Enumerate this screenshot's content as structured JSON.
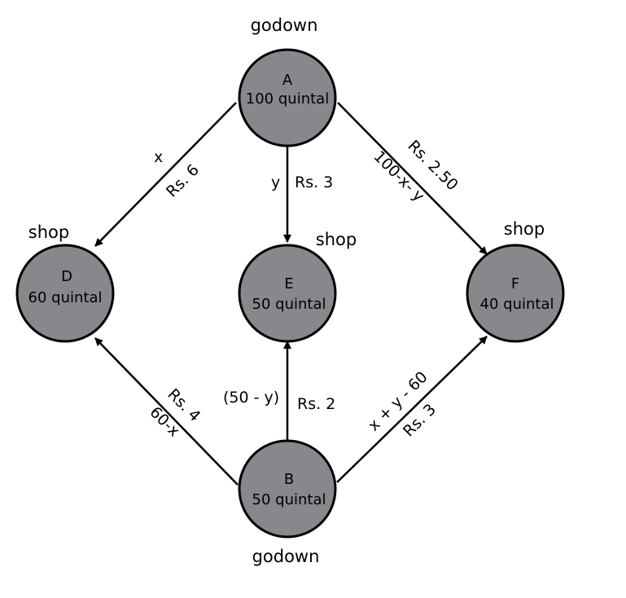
{
  "colors": {
    "node_fill": "#88888c",
    "stroke": "#000000"
  },
  "nodes": {
    "A": {
      "name": "A",
      "qty": "100 quintal",
      "tag": "godown"
    },
    "B": {
      "name": "B",
      "qty": "50 quintal",
      "tag": "godown"
    },
    "D": {
      "name": "D",
      "qty": "60 quintal",
      "tag": "shop"
    },
    "E": {
      "name": "E",
      "qty": "50 quintal",
      "tag": "shop"
    },
    "F": {
      "name": "F",
      "qty": "40 quintal",
      "tag": "shop"
    }
  },
  "edges": {
    "AD": {
      "amount": "x",
      "cost": "Rs. 6"
    },
    "AE": {
      "amount": "y",
      "cost": "Rs. 3"
    },
    "AF": {
      "amount": "100-x- y",
      "cost": "Rs. 2.50"
    },
    "BD": {
      "amount": "60-x",
      "cost": "Rs. 4"
    },
    "BE": {
      "amount": "(50 - y)",
      "cost": "Rs. 2"
    },
    "BF": {
      "amount": "x + y - 60",
      "cost": "Rs. 3"
    }
  }
}
